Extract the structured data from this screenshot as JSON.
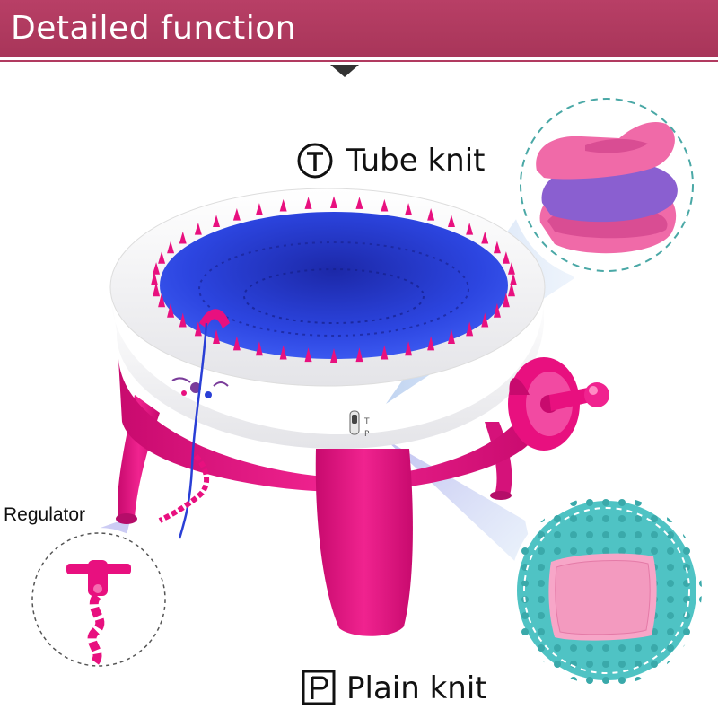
{
  "header": {
    "title": "Detailed function"
  },
  "features": {
    "tube": {
      "label": "Tube knit",
      "icon": "circled-t-icon",
      "letter": "T"
    },
    "plain": {
      "label": "Plain knit",
      "icon": "boxed-p-icon",
      "letter": "P"
    },
    "regulator": {
      "label": "Regulator"
    }
  },
  "colors": {
    "header": "#aa3559",
    "magenta": "#e8107f",
    "knit_blue": "#2a3fd6",
    "yarn_pink": "#f06aa8",
    "yarn_purple": "#8a5fd0",
    "teal": "#4fc3c4",
    "dash": "#4aa8a6"
  }
}
